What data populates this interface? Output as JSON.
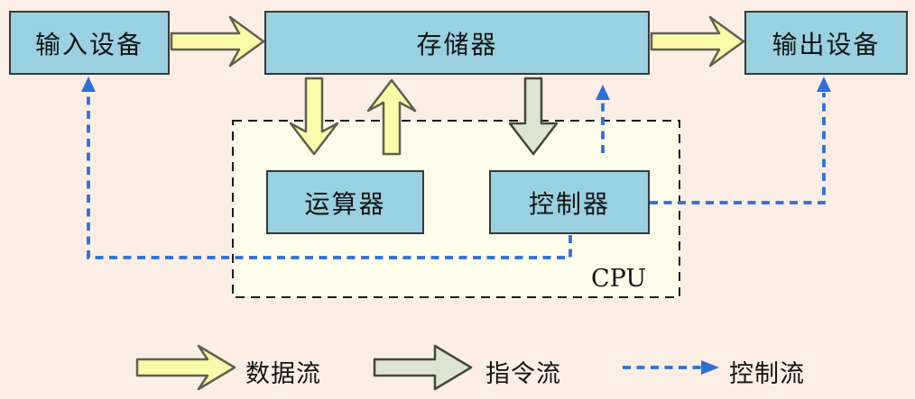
{
  "diagram": {
    "title_implicit": "",
    "boxes": {
      "input": {
        "label": "输入设备"
      },
      "memory": {
        "label": "存储器"
      },
      "output": {
        "label": "输出设备"
      },
      "alu": {
        "label": "运算器"
      },
      "controller": {
        "label": "控制器"
      }
    },
    "cpu_label": "CPU",
    "legend": {
      "data_flow": "数据流",
      "instruction_flow": "指令流",
      "control_flow": "控制流"
    },
    "icons": {
      "data_flow_arrow": "yellow-block-arrow",
      "instruction_flow_arrow": "gray-block-arrow",
      "control_flow_arrow": "blue-dashed-arrow"
    },
    "colors": {
      "background": "#fceee4",
      "box_fill": "#9ad1e0",
      "box_border": "#33393d",
      "cpu_fill": "#fdfde9",
      "cpu_border": "#1a1a1a",
      "data_arrow_fill": "#fafaa8",
      "data_arrow_stroke": "#5f5f50",
      "instruction_arrow_fill": "#dde5d1",
      "instruction_arrow_stroke": "#45453c",
      "control_flow": "#2f6fd6",
      "text": "#141414"
    }
  }
}
